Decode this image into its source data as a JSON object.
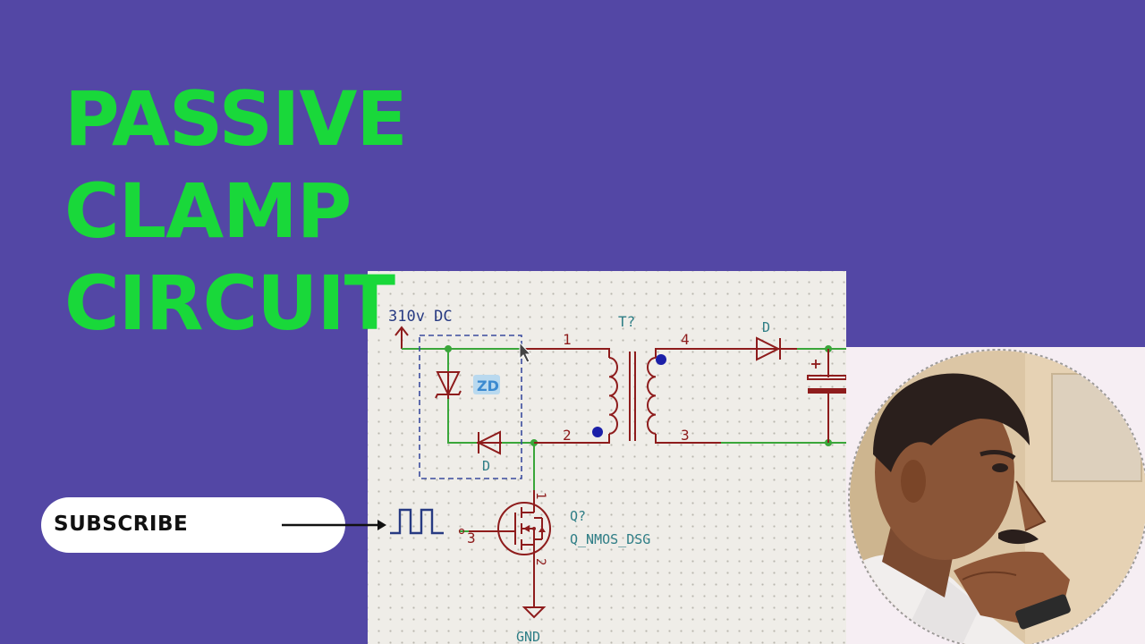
{
  "title": {
    "line1": "PASSIVE",
    "line2": "CLAMP",
    "line3": "CIRCUIT"
  },
  "subscribe": {
    "label": "SUBSCRIBE"
  },
  "schematic": {
    "supply_label": "310v DC",
    "transformer_ref": "T?",
    "pin_1": "1",
    "pin_2": "2",
    "pin_3": "3",
    "pin_4": "4",
    "output_diode_label": "D",
    "zener_label": "ZD",
    "clamp_diode_label": "D",
    "mosfet_ref": "Q?",
    "mosfet_value": "Q_NMOS_DSG",
    "mosfet_pin_drain": "1",
    "mosfet_pin_gate": "3",
    "mosfet_pin_source": "2",
    "ground_label": "GND"
  },
  "colors": {
    "background": "#5347a5",
    "title_green": "#19d83a",
    "wire_green": "#3aa63a",
    "component_red": "#8e1c1c",
    "label_teal": "#2f7e86",
    "label_navy": "#273a82",
    "dot_blue": "#1b1fa8"
  },
  "icons": {
    "arrow": "right-arrow-icon",
    "pulse": "square-wave-icon",
    "avatar": "presenter-photo"
  }
}
